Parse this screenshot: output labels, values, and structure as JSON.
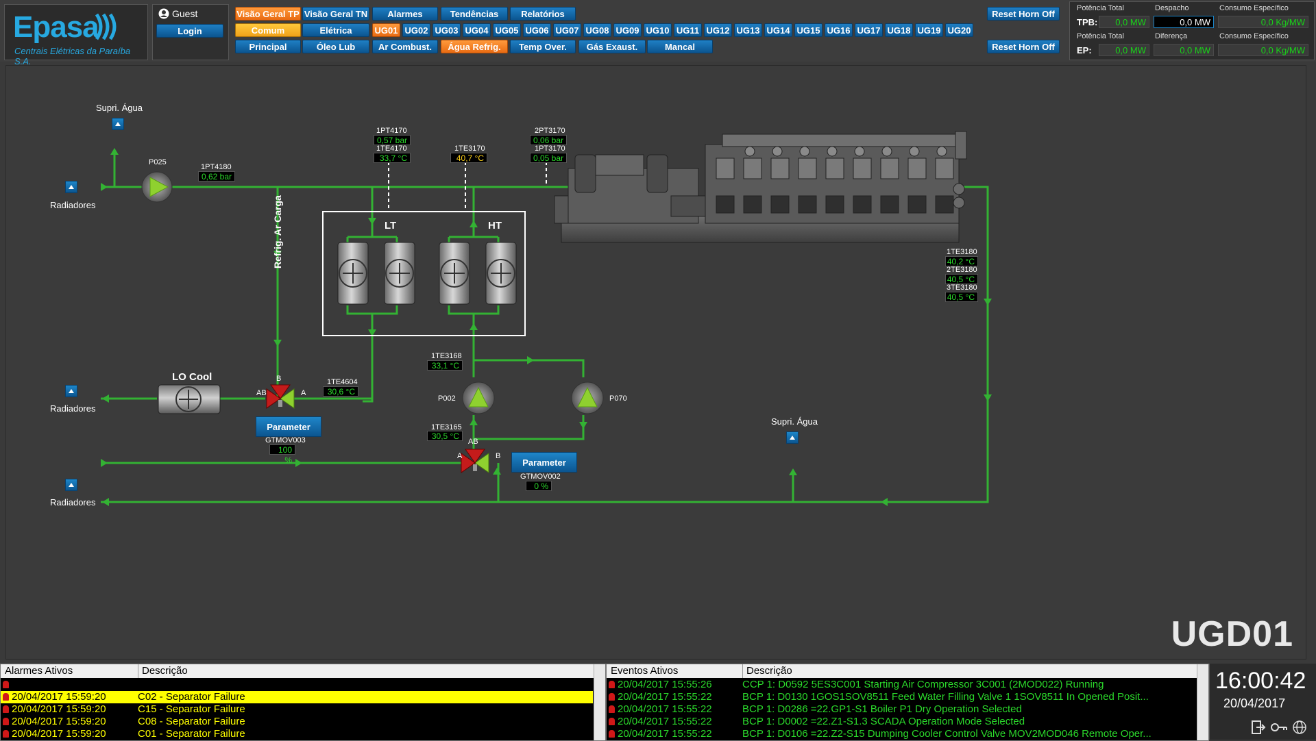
{
  "logo": {
    "name": "Epasa",
    "subtitle": "Centrais Elétricas da Paraíba S.A."
  },
  "user": {
    "name": "Guest",
    "login": "Login"
  },
  "nav": {
    "row1": [
      "Visão Geral TP",
      "Visão Geral TN",
      "Alarmes",
      "Tendências",
      "Relatórios"
    ],
    "row2a": [
      "Comum",
      "Elétrica"
    ],
    "row3": [
      "Principal",
      "Óleo Lub",
      "Ar Combust.",
      "Água Refrig.",
      "Temp Over.",
      "Gás Exaust.",
      "Mancal"
    ],
    "ug": [
      "UG01",
      "UG02",
      "UG03",
      "UG04",
      "UG05",
      "UG06",
      "UG07",
      "UG08",
      "UG09",
      "UG10",
      "UG11",
      "UG12",
      "UG13",
      "UG14",
      "UG15",
      "UG16",
      "UG17",
      "UG18",
      "UG19",
      "UG20"
    ],
    "reset1": "Reset  Horn Off",
    "reset2": "Reset  Horn Off"
  },
  "stats": {
    "pt_label1": "Potência Total",
    "despacho_label": "Despacho",
    "ce_label1": "Consumo Específico",
    "tpb": "TPB:",
    "tpb_val": "0,0 MW",
    "despacho_val": "0,0 MW",
    "ce_val1": "0,0 Kg/MW",
    "pt_label2": "Potência Total",
    "diff_label": "Diferença",
    "ce_label2": "Consumo Específico",
    "ep": "EP:",
    "ep_val": "0,0 MW",
    "diff_val": "0,0 MW",
    "ce_val2": "0,0 Kg/MW"
  },
  "process": {
    "supri_agua_1": "Supri. Água",
    "supri_agua_2": "Supri. Água",
    "radiadores_1": "Radiadores",
    "radiadores_2": "Radiadores",
    "radiadores_3": "Radiadores",
    "p025": "P025",
    "p002": "P002",
    "p070": "P070",
    "lo_cool": "LO Cool",
    "refrig": "Refrig. Ar Carga",
    "lt": "LT",
    "ht": "HT",
    "ab1": "AB",
    "b1": "B",
    "a1": "A",
    "ab2": "AB",
    "a2": "A",
    "b2": "B",
    "param1": "Parameter",
    "param2": "Parameter",
    "unit": "UGD01",
    "sensors": {
      "pt4180_tag": "1PT4180",
      "pt4180": "0,62 bar",
      "pt4170_tag": "1PT4170",
      "pt4170": "0,57 bar",
      "te4170_tag": "1TE4170",
      "te4170": "33,7  °C",
      "te3170_tag": "1TE3170",
      "te3170": "40,7  °C",
      "pt3170b_tag": "2PT3170",
      "pt3170b": "0,06 bar",
      "pt3170a_tag": "1PT3170",
      "pt3170a": "0,05 bar",
      "te3180a_tag": "1TE3180",
      "te3180a": "40,2  °C",
      "te3180b_tag": "2TE3180",
      "te3180b": "40,5  °C",
      "te3180c_tag": "3TE3180",
      "te3180c": "40,5  °C",
      "te3168_tag": "1TE3168",
      "te3168": "33,1  °C",
      "te3165_tag": "1TE3165",
      "te3165": "30,5  °C",
      "te4604_tag": "1TE4604",
      "te4604": "30,6  °C",
      "mov003_tag": "GTMOV003",
      "mov003": "100  %",
      "mov002_tag": "GTMOV002",
      "mov002": "0  %"
    }
  },
  "alarms": {
    "head1": "Alarmes Ativos",
    "head2": "Descrição",
    "rows": [
      {
        "time": "",
        "desc": ""
      },
      {
        "time": "20/04/2017 15:59:20",
        "desc": "C02 - Separator Failure"
      },
      {
        "time": "20/04/2017 15:59:20",
        "desc": "C15 - Separator Failure"
      },
      {
        "time": "20/04/2017 15:59:20",
        "desc": "C08 - Separator Failure"
      },
      {
        "time": "20/04/2017 15:59:20",
        "desc": "C01 - Separator Failure"
      }
    ]
  },
  "events": {
    "head1": "Eventos Ativos",
    "head2": "Descrição",
    "rows": [
      {
        "time": "20/04/2017 15:55:26",
        "desc": "CCP 1: D0592 5ES3C001 Starting Air Compressor 3C001 (2MOD022) Running"
      },
      {
        "time": "20/04/2017 15:55:22",
        "desc": "BCP 1: D0130 1GOS1SOV8511 Feed Water Filling Valve 1 1SOV8511 In Opened Posit..."
      },
      {
        "time": "20/04/2017 15:55:22",
        "desc": "BCP 1: D0286 =22.GP1-S1 Boiler P1 Dry Operation Selected"
      },
      {
        "time": "20/04/2017 15:55:22",
        "desc": "BCP 1: D0002 =22.Z1-S1.3 SCADA Operation Mode Selected"
      },
      {
        "time": "20/04/2017 15:55:22",
        "desc": "BCP 1: D0106 =22.Z2-S15 Dumping Cooler Control Valve MOV2MOD046 Remote Oper..."
      }
    ]
  },
  "clock": {
    "time": "16:00:42",
    "date": "20/04/2017"
  },
  "colors": {
    "pipe": "#33b233",
    "accent": "#0b5590",
    "alarm_yellow": "#ffff00",
    "value_green": "#2bd92b"
  }
}
